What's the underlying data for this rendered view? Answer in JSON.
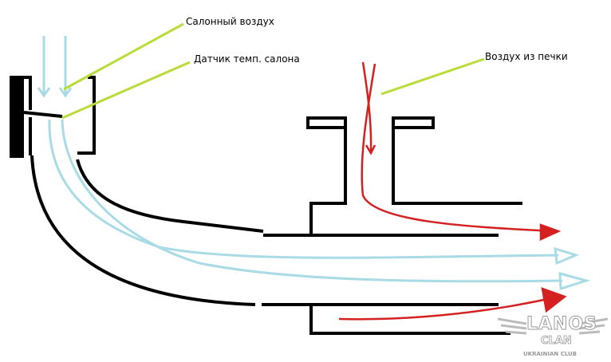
{
  "labels": {
    "cabin_air": "Салонный воздух",
    "cabin_temp_sensor": "Датчик темп. салона",
    "heater_air": "Воздух из печки"
  },
  "logo": {
    "title": "LANOS",
    "subtitle": "CLAN",
    "tagline": "UKRAINIAN CLUB"
  },
  "colors": {
    "duct": "#000000",
    "cabin_air_flow": "#a9dbe6",
    "heater_air_flow": "#d42020",
    "callout": "#b9dc3a"
  }
}
